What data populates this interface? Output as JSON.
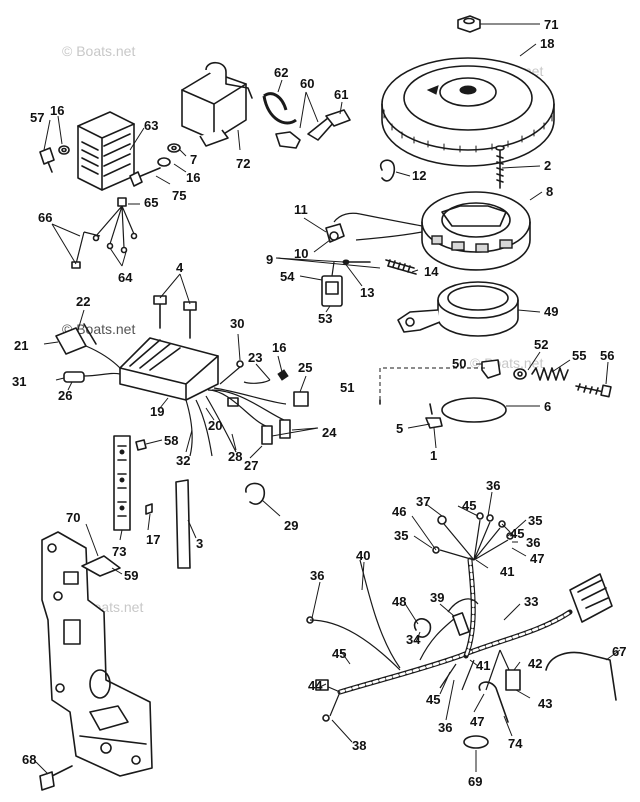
{
  "watermarks": [
    "© Boats.net",
    "© Boats.net",
    "© Boats.net",
    "© Boats.net",
    "© Boats.net"
  ],
  "callouts": {
    "c71": "71",
    "c18": "18",
    "c62": "62",
    "c60": "60",
    "c61": "61",
    "c57": "57",
    "c16a": "16",
    "c63": "63",
    "c72": "72",
    "c7": "7",
    "c16b": "16",
    "c75": "75",
    "c65": "65",
    "c66": "66",
    "c64": "64",
    "c12": "12",
    "c2": "2",
    "c8": "8",
    "c11": "11",
    "c10": "10",
    "c9": "9",
    "c14": "14",
    "c54": "54",
    "c13": "13",
    "c53": "53",
    "c49": "49",
    "c4": "4",
    "c22": "22",
    "c21": "21",
    "c30": "30",
    "c16c": "16",
    "c23": "23",
    "c25": "25",
    "c51": "51",
    "c50": "50",
    "c52": "52",
    "c55": "55",
    "c56": "56",
    "c31": "31",
    "c26": "26",
    "c19": "19",
    "c6": "6",
    "c5": "5",
    "c1": "1",
    "c20": "20",
    "c24": "24",
    "c32": "32",
    "c28": "28",
    "c27": "27",
    "c58": "58",
    "c29": "29",
    "c3": "3",
    "c17": "17",
    "c73": "73",
    "c70": "70",
    "c59": "59",
    "c37": "37",
    "c36a": "36",
    "c46": "46",
    "c45a": "45",
    "c35a": "35",
    "c35b": "35",
    "c45b": "45",
    "c36b": "36",
    "c47a": "47",
    "c40": "40",
    "c41a": "41",
    "c36c": "36",
    "c48": "48",
    "c39": "39",
    "c33": "33",
    "c45c": "45",
    "c34": "34",
    "c42": "42",
    "c67": "67",
    "c44": "44",
    "c41b": "41",
    "c43": "43",
    "c45d": "45",
    "c36d": "36",
    "c47b": "47",
    "c74": "74",
    "c38": "38",
    "c68": "68",
    "c69": "69"
  }
}
